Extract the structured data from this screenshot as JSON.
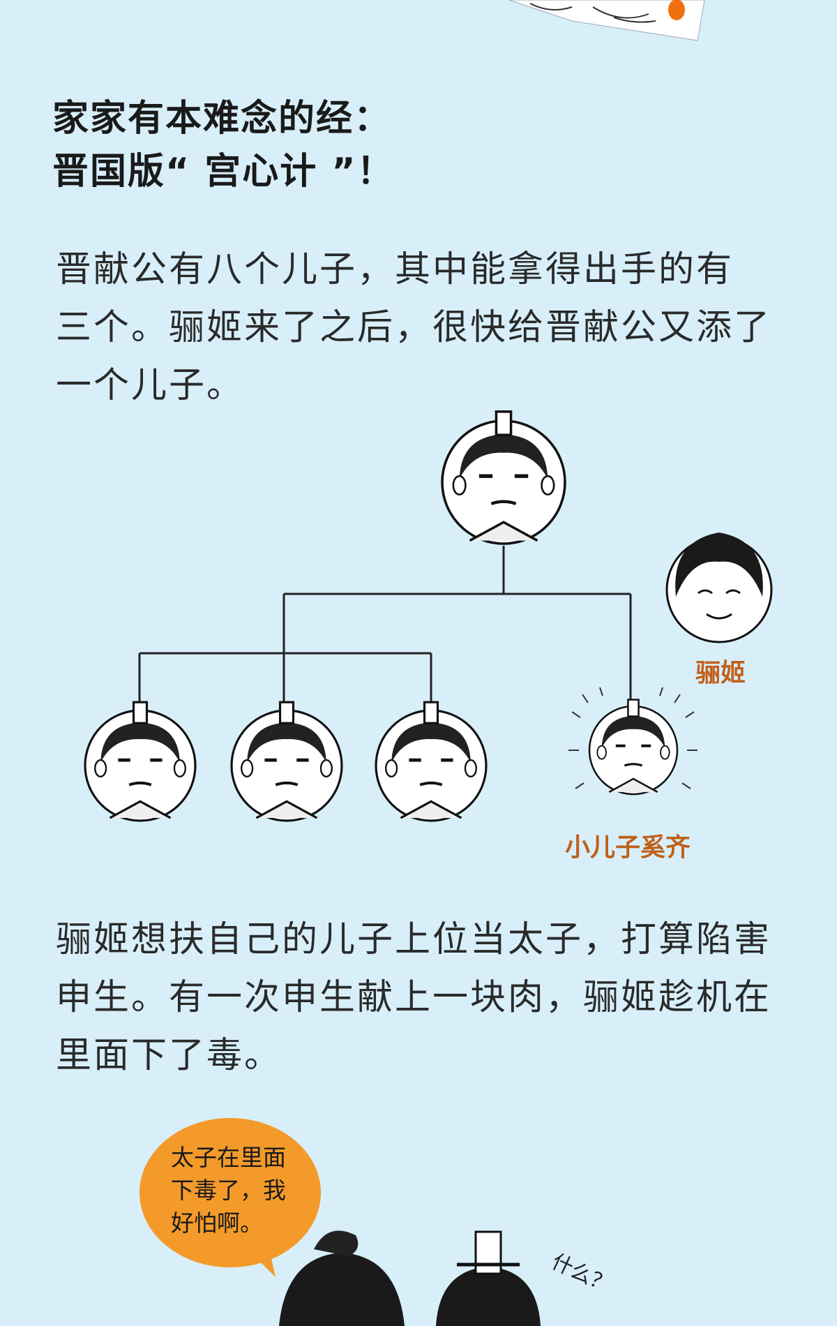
{
  "heading": {
    "line1": "家家有本难念的经：",
    "line2": "晋国版“ 宫心计 ”！"
  },
  "paragraph1": {
    "lines": [
      "晋献公有八个儿子，其中能拿得出手的有",
      "三个。骊姬来了之后，很快给晋献公又添了",
      "一个儿子。"
    ]
  },
  "family_tree": {
    "labels": {
      "liji": "骊姬",
      "youngest_son": "小儿子奚齐"
    },
    "label_color": "#c0601a"
  },
  "paragraph2": {
    "lines": [
      "骊姬想扶自己的儿子上位当太子，打算陷害",
      "申生。有一次申生献上一块肉，骊姬趁机在",
      "里面下了毒。"
    ]
  },
  "comic": {
    "bubble_lines": [
      "太子在里面",
      "下毒了，我",
      "好怕啊。"
    ],
    "bubble_color": "#f39a2a",
    "exclamation": "什么？"
  },
  "colors": {
    "background": "#d8eff9"
  }
}
